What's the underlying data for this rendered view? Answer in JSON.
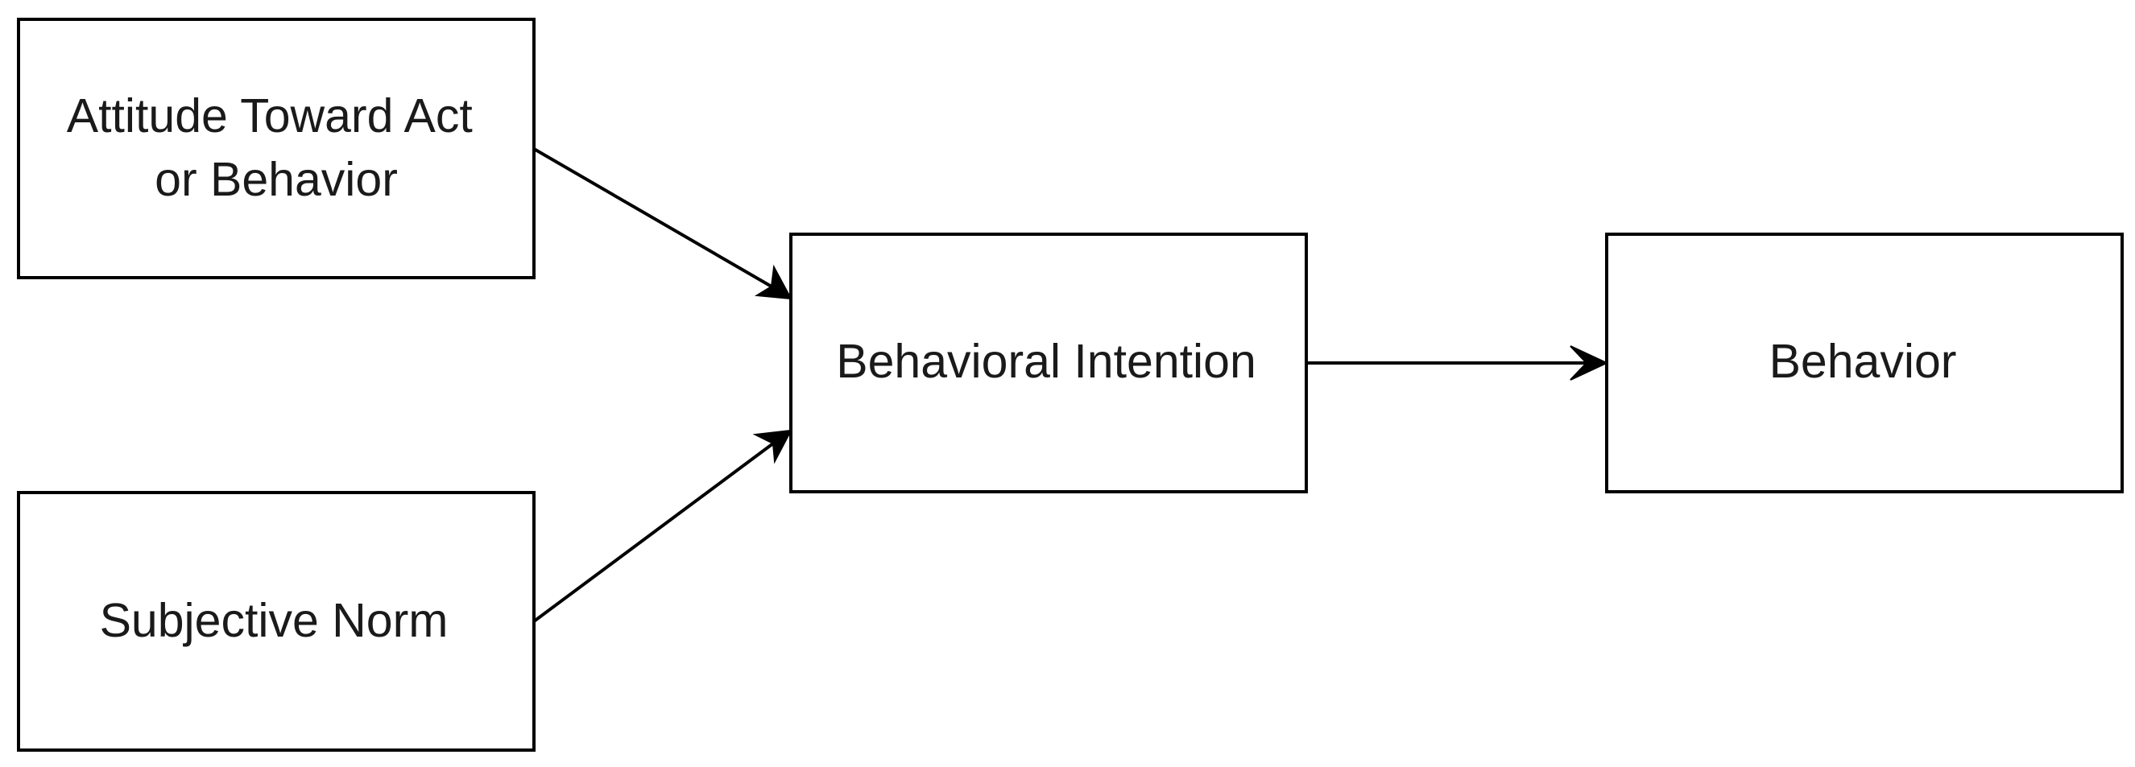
{
  "diagram": {
    "nodes": {
      "attitude": {
        "lines": [
          "Attitude Toward Act",
          "or Behavior"
        ]
      },
      "subjective_norm": {
        "lines": [
          "Subjective Norm"
        ]
      },
      "intention": {
        "lines": [
          "Behavioral Intention"
        ]
      },
      "behavior": {
        "lines": [
          "Behavior"
        ]
      }
    },
    "edges": [
      {
        "from": "Attitude Toward Act or Behavior",
        "to": "Behavioral Intention"
      },
      {
        "from": "Subjective Norm",
        "to": "Behavioral Intention"
      },
      {
        "from": "Behavioral Intention",
        "to": "Behavior"
      }
    ],
    "colors": {
      "stroke": "#000000",
      "text": "#1a1a1a",
      "background": "#ffffff"
    }
  }
}
